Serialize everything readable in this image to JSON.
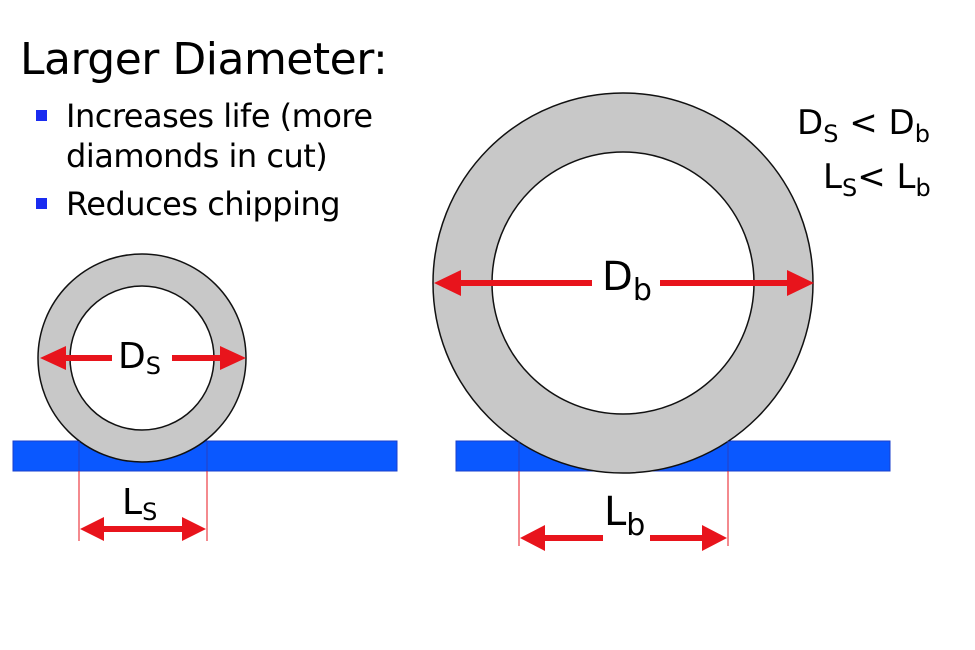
{
  "title": "Larger Diameter:",
  "bullets": [
    {
      "text": "Increases life (more diamonds in cut)"
    },
    {
      "text": "Reduces chipping"
    }
  ],
  "relations": {
    "diameter": {
      "left": "D",
      "left_sub": "S",
      "op": "<",
      "right": "D",
      "right_sub": "b"
    },
    "length": {
      "left": "L",
      "left_sub": "S",
      "op": "<",
      "right": "L",
      "right_sub": "b"
    }
  },
  "small_wheel": {
    "diameter_label": "D",
    "diameter_sub": "S",
    "contact_label": "L",
    "contact_sub": "S"
  },
  "big_wheel": {
    "diameter_label": "D",
    "diameter_sub": "b",
    "contact_label": "L",
    "contact_sub": "b"
  },
  "colors": {
    "wheel": "#c8c8c8",
    "workpiece": "#0a58ff",
    "arrow": "#e8141c",
    "bullet": "#1a2cf0"
  }
}
